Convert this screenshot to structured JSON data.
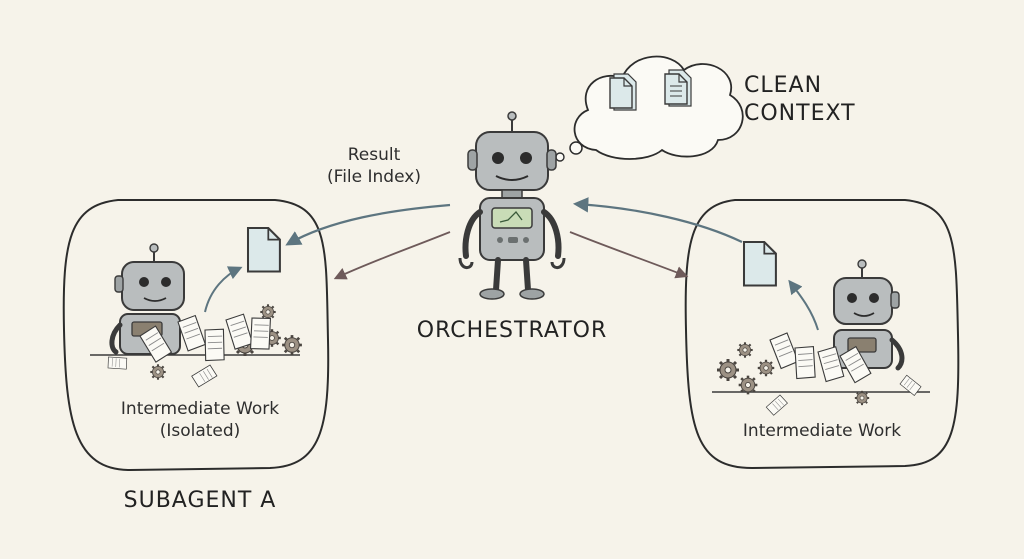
{
  "thought_bubble": {
    "line1": "CLEAN",
    "line2": "CONTEXT"
  },
  "orchestrator": {
    "label": "ORCHESTRATOR"
  },
  "result_label": {
    "line1": "Result",
    "line2": "(File Index)"
  },
  "subagent_a": {
    "label": "SUBAGENT A",
    "work_line1": "Intermediate Work",
    "work_line2": "(Isolated)"
  },
  "subagent_b": {
    "work_label": "Intermediate Work"
  },
  "colors": {
    "background": "#f6f3ea",
    "ink": "#2c2c2c",
    "document_fill": "#dce9ea",
    "result_arrow": "#5d7580",
    "dispatch_arrow": "#6e5a5a",
    "robot_body": "#b9bdbe",
    "robot_screen": "#c9dcb7",
    "gear": "#9c9184"
  }
}
